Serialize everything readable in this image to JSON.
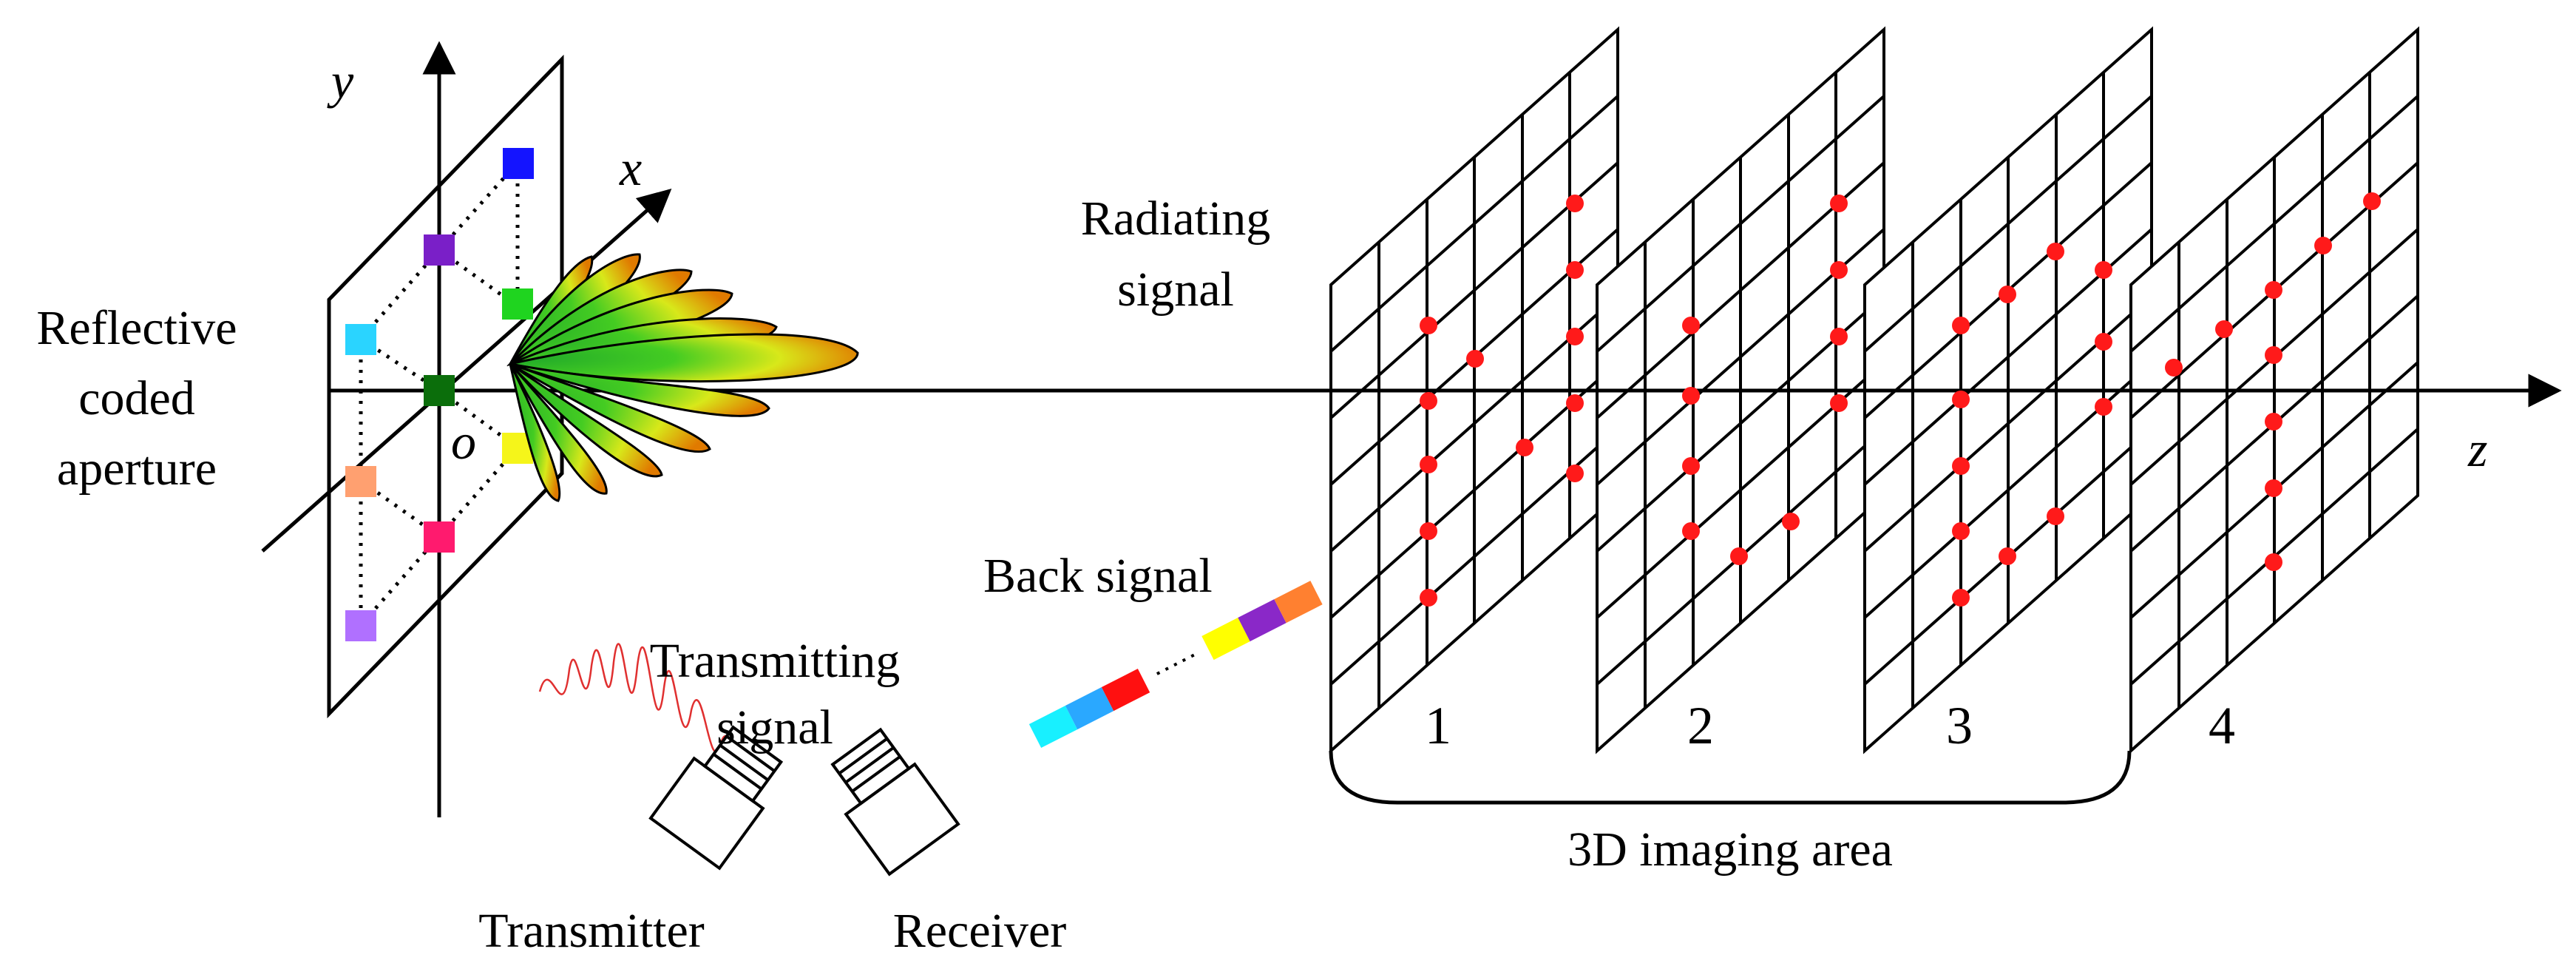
{
  "axes": {
    "x": "x",
    "y": "y",
    "z": "z",
    "origin": "o"
  },
  "labels": {
    "aperture_line1": "Reflective",
    "aperture_line2": "coded",
    "aperture_line3": "aperture",
    "radiating_line1": "Radiating",
    "radiating_line2": "signal",
    "back_signal": "Back signal",
    "transmitting_line1": "Transmitting",
    "transmitting_line2": "signal",
    "transmitter": "Transmitter",
    "receiver": "Receiver",
    "imaging_area": "3D imaging area"
  },
  "planes": [
    "1",
    "2",
    "3",
    "4"
  ],
  "colors": {
    "line": "#000000",
    "target_point": "#ff1a1a",
    "element_blue": "#1414ff",
    "element_purple": "#7a1fc8",
    "element_green": "#1fd41f",
    "element_cyan": "#2ad4ff",
    "element_darkgreen": "#0b6e0b",
    "element_yellow": "#f5f51a",
    "element_orange": "#ffa070",
    "element_magenta": "#ff1a6e",
    "element_violet": "#b070ff",
    "lobe_inner": "#2fbf2f",
    "lobe_outer": "#e07a00",
    "signal_wave": "#e03030"
  },
  "back_signal_colors": [
    "#18f0ff",
    "#2aa8ff",
    "#ff1010",
    "#ffff00",
    "#8a28c8",
    "#ff8030"
  ]
}
